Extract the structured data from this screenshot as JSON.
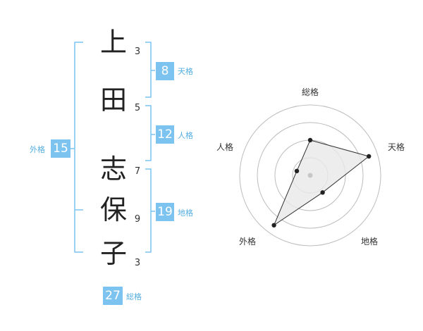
{
  "name_chars": [
    {
      "char": "上",
      "strokes": "3"
    },
    {
      "char": "田",
      "strokes": "5"
    },
    {
      "char": "志",
      "strokes": "7"
    },
    {
      "char": "保",
      "strokes": "9"
    },
    {
      "char": "子",
      "strokes": "3"
    }
  ],
  "fortune": {
    "tenkaku": {
      "label": "天格",
      "value": "8"
    },
    "jinkaku": {
      "label": "人格",
      "value": "12"
    },
    "chikaku": {
      "label": "地格",
      "value": "19"
    },
    "gaikaku": {
      "label": "外格",
      "value": "15"
    },
    "soukaku": {
      "label": "総格",
      "value": "27"
    }
  },
  "radar": {
    "axes": [
      "総格",
      "天格",
      "地格",
      "外格",
      "人格"
    ],
    "levels": 4,
    "values": [
      2.0,
      3.5,
      1.2,
      3.5,
      0.8
    ],
    "max": 4,
    "colors": {
      "grid": "#bdbdbd",
      "fill": "#e9e9e9",
      "line": "#333333",
      "point": "#222222",
      "center": "#c8c8c8"
    }
  },
  "colors": {
    "accent": "#7cc3ef",
    "accent_text": "#55aee0",
    "bracket": "#7cc3ef"
  }
}
